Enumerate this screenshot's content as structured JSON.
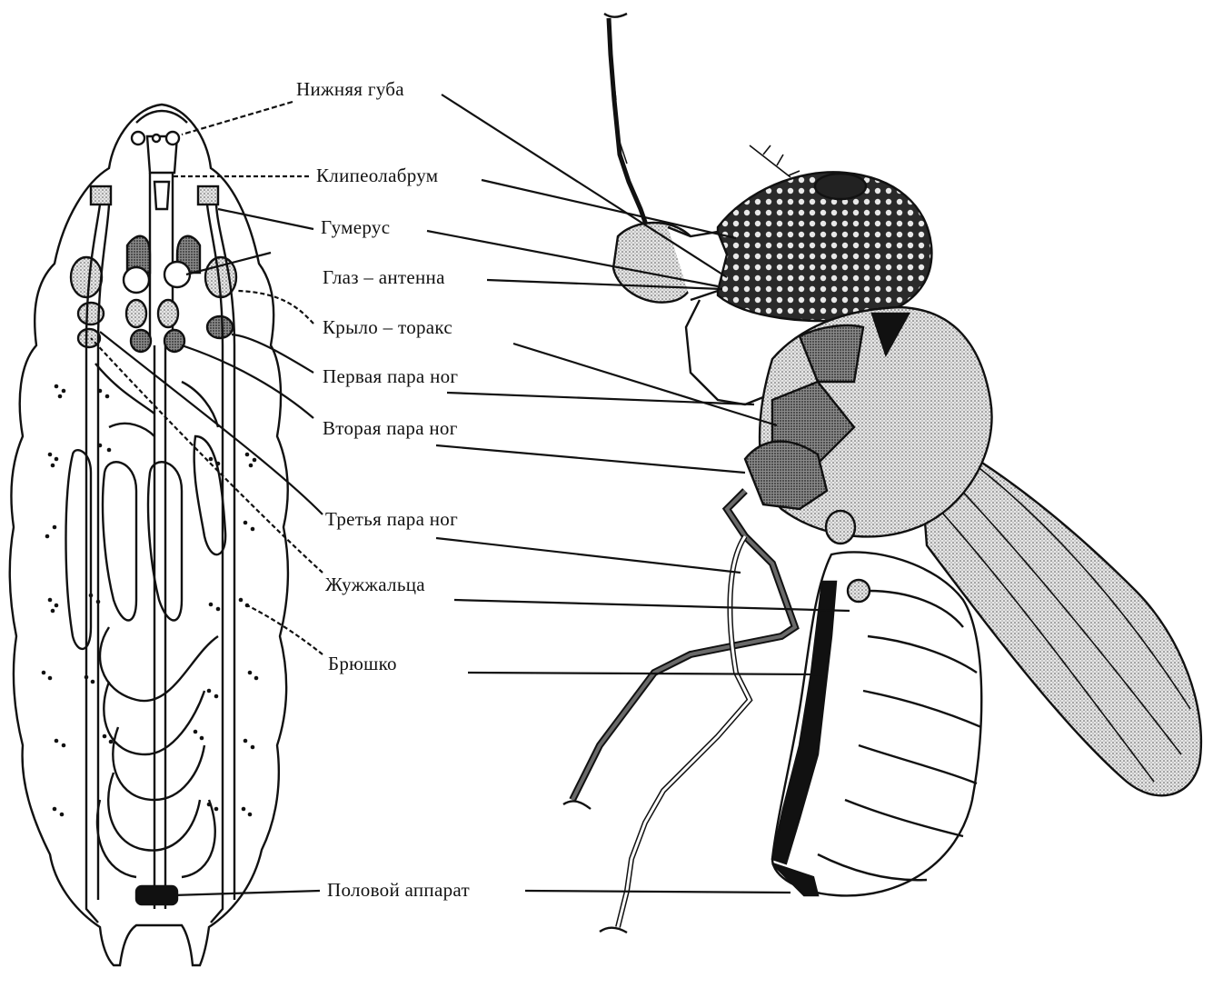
{
  "labels": [
    {
      "id": "lower-lip",
      "text": "Нижняя губа"
    },
    {
      "id": "clypeolabrum",
      "text": "Клипеолабрум"
    },
    {
      "id": "humerus",
      "text": "Гумерус"
    },
    {
      "id": "eye-antenna",
      "text": "Глаз – антенна"
    },
    {
      "id": "wing-thorax",
      "text": "Крыло – торакс"
    },
    {
      "id": "first-leg-pair",
      "text": "Первая пара ног"
    },
    {
      "id": "second-leg-pair",
      "text": "Вторая пара ног"
    },
    {
      "id": "third-leg-pair",
      "text": "Третья пара ног"
    },
    {
      "id": "halteres",
      "text": "Жужжальца"
    },
    {
      "id": "abdomen",
      "text": "Брюшко"
    },
    {
      "id": "genital-apparatus",
      "text": "Половой аппарат"
    }
  ],
  "colors": {
    "ink": "#111111",
    "shade": "#9a9a9a",
    "light": "#d2d2d2",
    "dark": "#3c3c3c"
  }
}
